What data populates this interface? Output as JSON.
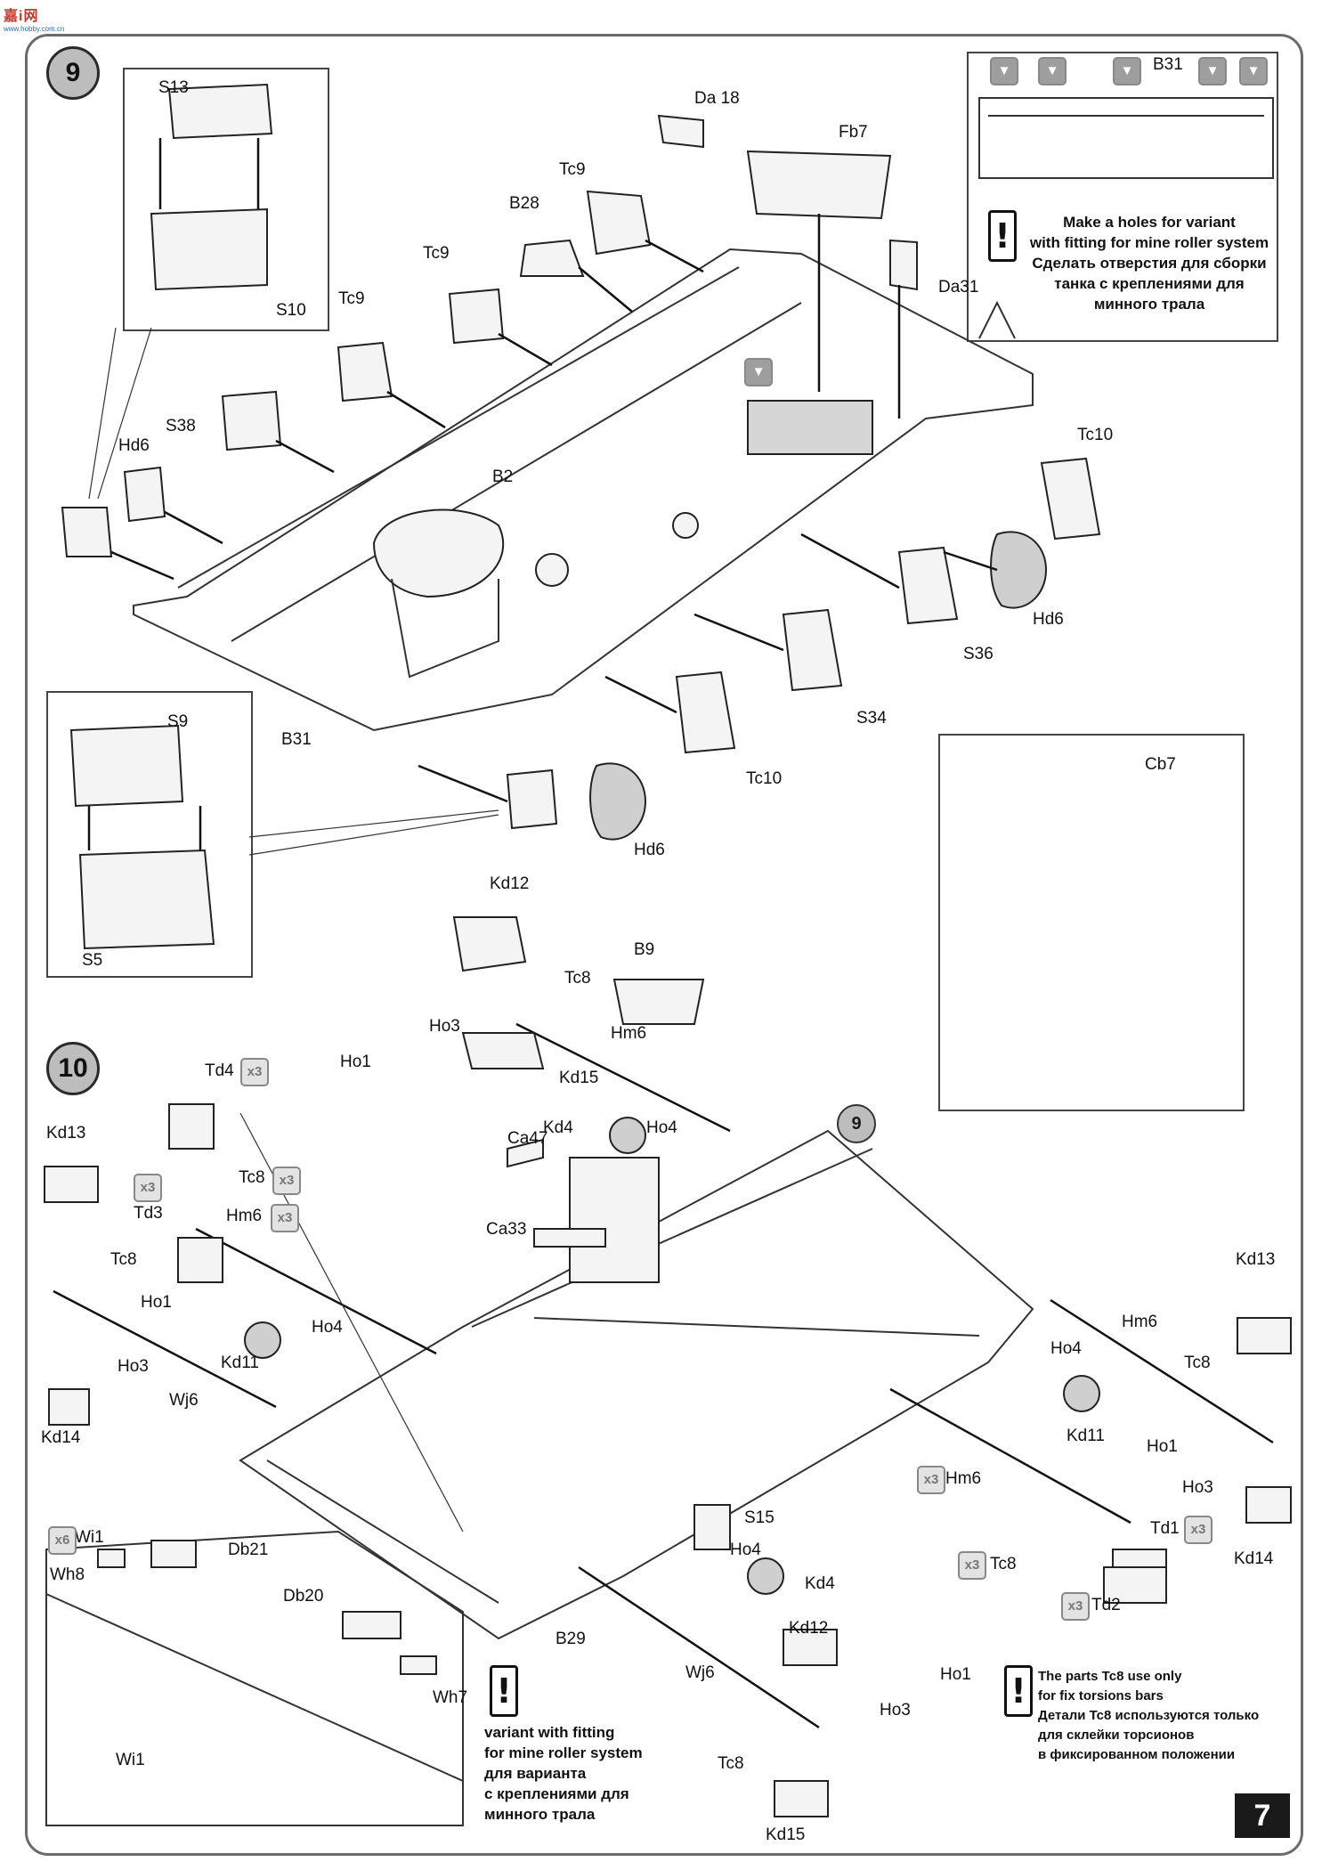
{
  "logo": {
    "text": "嘉i网",
    "sub": "www.hobby.com.cn"
  },
  "steps": {
    "step9": "9",
    "step10": "10",
    "ref9": "9"
  },
  "page_number": "7",
  "labels": {
    "s13": "S13",
    "s10": "S10",
    "da18": "Da 18",
    "fb7": "Fb7",
    "tc9a": "Tc9",
    "tc9b": "Tc9",
    "tc9c": "Tc9",
    "b28": "B28",
    "da31": "Da31",
    "s38": "S38",
    "hd6a": "Hd6",
    "b2": "B2",
    "tc10a": "Tc10",
    "hd6b": "Hd6",
    "s36": "S36",
    "s34": "S34",
    "tc10b": "Tc10",
    "b31a": "B31",
    "b31b": "B31",
    "hd6c": "Hd6",
    "s9": "S9",
    "s5": "S5",
    "cb7": "Cb7",
    "kd12a": "Kd12",
    "tc8a": "Tc8",
    "b9": "B9",
    "ho3a": "Ho3",
    "hm6a": "Hm6",
    "ho1a": "Ho1",
    "kd15a": "Kd15",
    "kd4a": "Kd4",
    "ho4a": "Ho4",
    "td4": "Td4",
    "kd13a": "Kd13",
    "tc8b": "Tc8",
    "td3": "Td3",
    "hm6b": "Hm6",
    "tc8c": "Tc8",
    "ho1b": "Ho1",
    "ho4b": "Ho4",
    "kd11a": "Kd11",
    "ho3b": "Ho3",
    "wj6a": "Wj6",
    "kd14a": "Kd14",
    "ca47": "Ca47",
    "ca33": "Ca33",
    "kd13b": "Kd13",
    "hm6c": "Hm6",
    "tc8d": "Tc8",
    "ho4c": "Ho4",
    "kd11b": "Kd11",
    "ho1c": "Ho1",
    "ho3c": "Ho3",
    "td1": "Td1",
    "kd14b": "Kd14",
    "hm6d": "Hm6",
    "tc8e": "Tc8",
    "td2": "Td2",
    "s15": "S15",
    "ho4d": "Ho4",
    "kd4b": "Kd4",
    "kd12b": "Kd12",
    "ho1d": "Ho1",
    "ho3d": "Ho3",
    "b29": "B29",
    "wj6b": "Wj6",
    "tc8f": "Tc8",
    "kd15b": "Kd15",
    "wi1a": "Wi1",
    "db21": "Db21",
    "wh8": "Wh8",
    "db20": "Db20",
    "wh7": "Wh7",
    "wi1b": "Wi1"
  },
  "badges": {
    "x3": "x3",
    "x6": "x6"
  },
  "notes": {
    "holes_en_1": "Make a holes for variant",
    "holes_en_2": "with fitting for mine roller system",
    "holes_ru_1": "Сделать отверстия  для сборки",
    "holes_ru_2": "танка с  креплениями для",
    "holes_ru_3": "минного трала",
    "variant_en_1": "variant  with fitting",
    "variant_en_2": "for mine roller system",
    "variant_ru_1": "для варианта",
    "variant_ru_2": "с  креплениями для",
    "variant_ru_3": "минного трала",
    "tc8_en_1": "The parts Tc8 use only",
    "tc8_en_2": "for fix torsions bars",
    "tc8_ru_1": "Детали Tc8 используются только",
    "tc8_ru_2": "для склейки торсионов",
    "tc8_ru_3": "в фиксированном положении"
  },
  "icons": {
    "warning": "exclamation-icon",
    "drill": "drill-hole-icon",
    "glue": "glue-icon",
    "nonglue": "no-glue-icon"
  },
  "colors": {
    "accent_logo": "#c0392b",
    "circle_fill": "#bdbdbd",
    "page_num_bg": "#1a1a1a"
  }
}
